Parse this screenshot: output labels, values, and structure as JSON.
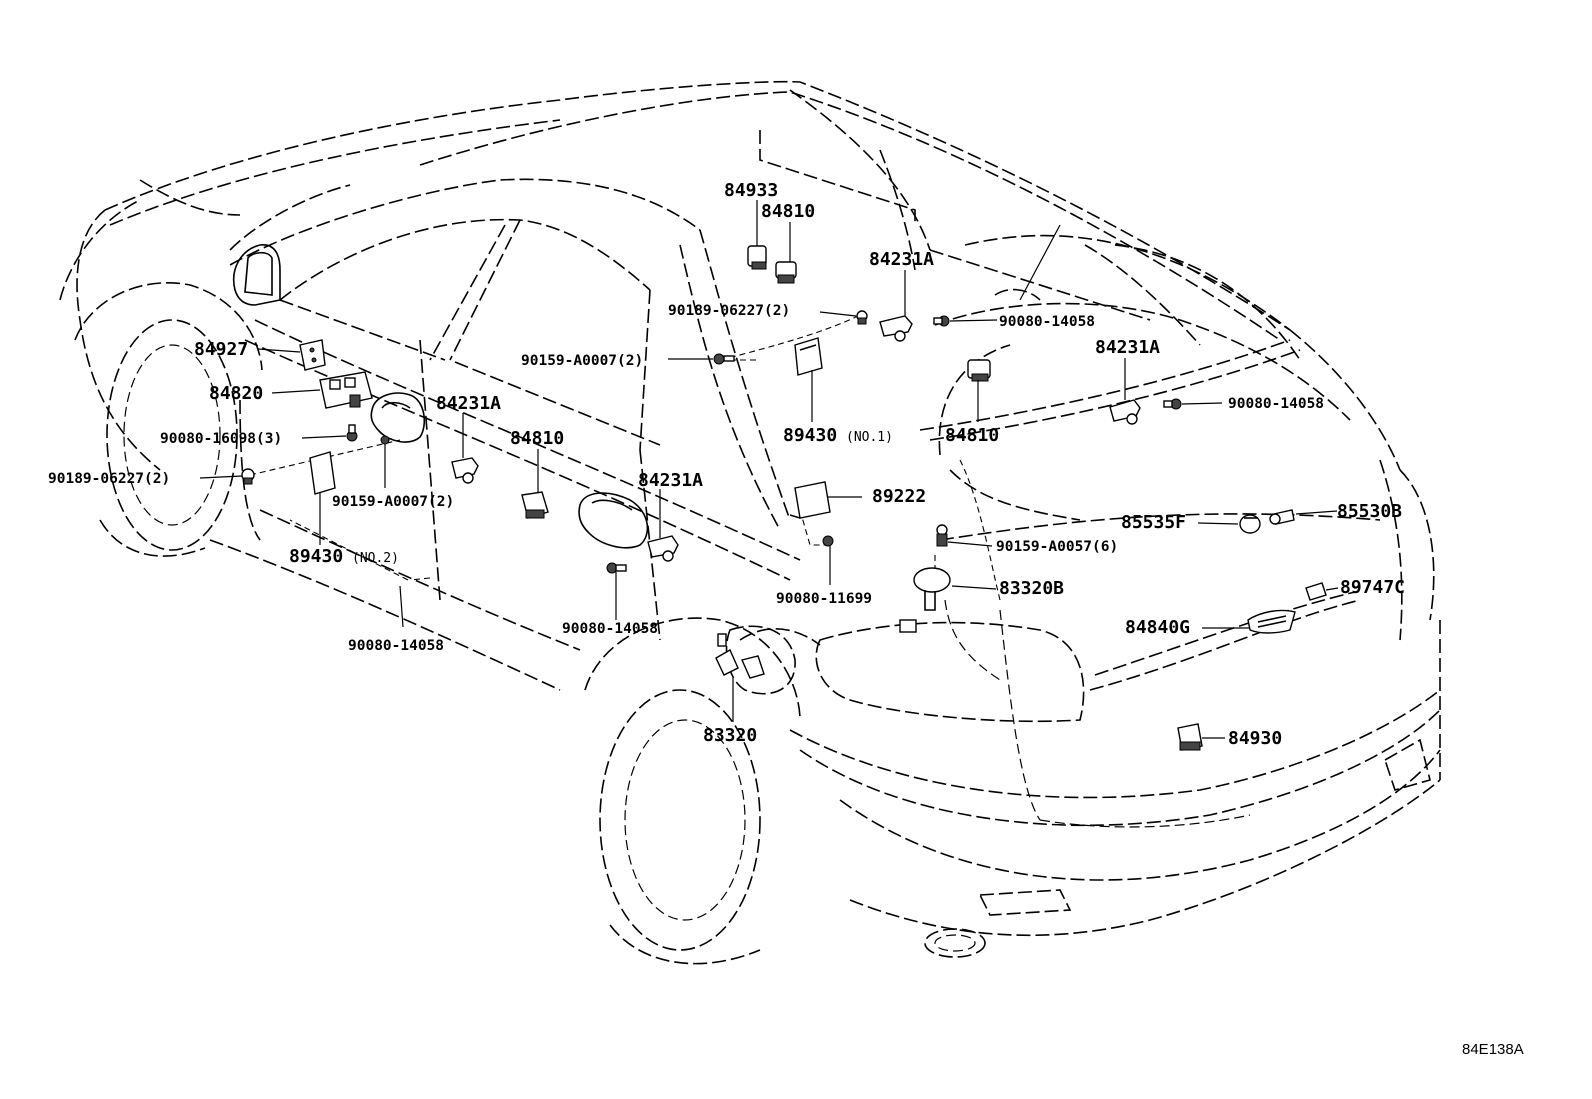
{
  "diagram": {
    "code": "84E138A",
    "labels": [
      {
        "id": "l84933",
        "text": "84933"
      },
      {
        "id": "l84810a",
        "text": "84810"
      },
      {
        "id": "l84231a1",
        "text": "84231A"
      },
      {
        "id": "l90189b",
        "text": "90189-06227(2)"
      },
      {
        "id": "l90080a",
        "text": "90080-14058"
      },
      {
        "id": "l90159a",
        "text": "90159-A0007(2)"
      },
      {
        "id": "l84231a2",
        "text": "84231A"
      },
      {
        "id": "l90080b",
        "text": "90080-14058"
      },
      {
        "id": "l89430n1",
        "text": "89430",
        "suffix": "(NO.1)"
      },
      {
        "id": "l84810b",
        "text": "84810"
      },
      {
        "id": "l84927",
        "text": "84927"
      },
      {
        "id": "l84820",
        "text": "84820"
      },
      {
        "id": "l84231a3",
        "text": "84231A"
      },
      {
        "id": "l90080c",
        "text": "90080-16098(3)"
      },
      {
        "id": "l84810c",
        "text": "84810"
      },
      {
        "id": "l90189a",
        "text": "90189-06227(2)"
      },
      {
        "id": "l90159b",
        "text": "90159-A0007(2)"
      },
      {
        "id": "l84231a4",
        "text": "84231A"
      },
      {
        "id": "l89222",
        "text": "89222"
      },
      {
        "id": "l85535f",
        "text": "85535F"
      },
      {
        "id": "l85530b",
        "text": "85530B"
      },
      {
        "id": "l89430n2",
        "text": "89430",
        "suffix": "(NO.2)"
      },
      {
        "id": "l90159c",
        "text": "90159-A0057(6)"
      },
      {
        "id": "l83320b",
        "text": "83320B"
      },
      {
        "id": "l89747c",
        "text": "89747C"
      },
      {
        "id": "l90080d",
        "text": "90080-11699"
      },
      {
        "id": "l90080e",
        "text": "90080-14058"
      },
      {
        "id": "l84840g",
        "text": "84840G"
      },
      {
        "id": "l90080f",
        "text": "90080-14058"
      },
      {
        "id": "l83320",
        "text": "83320"
      },
      {
        "id": "l84930",
        "text": "84930"
      }
    ]
  }
}
